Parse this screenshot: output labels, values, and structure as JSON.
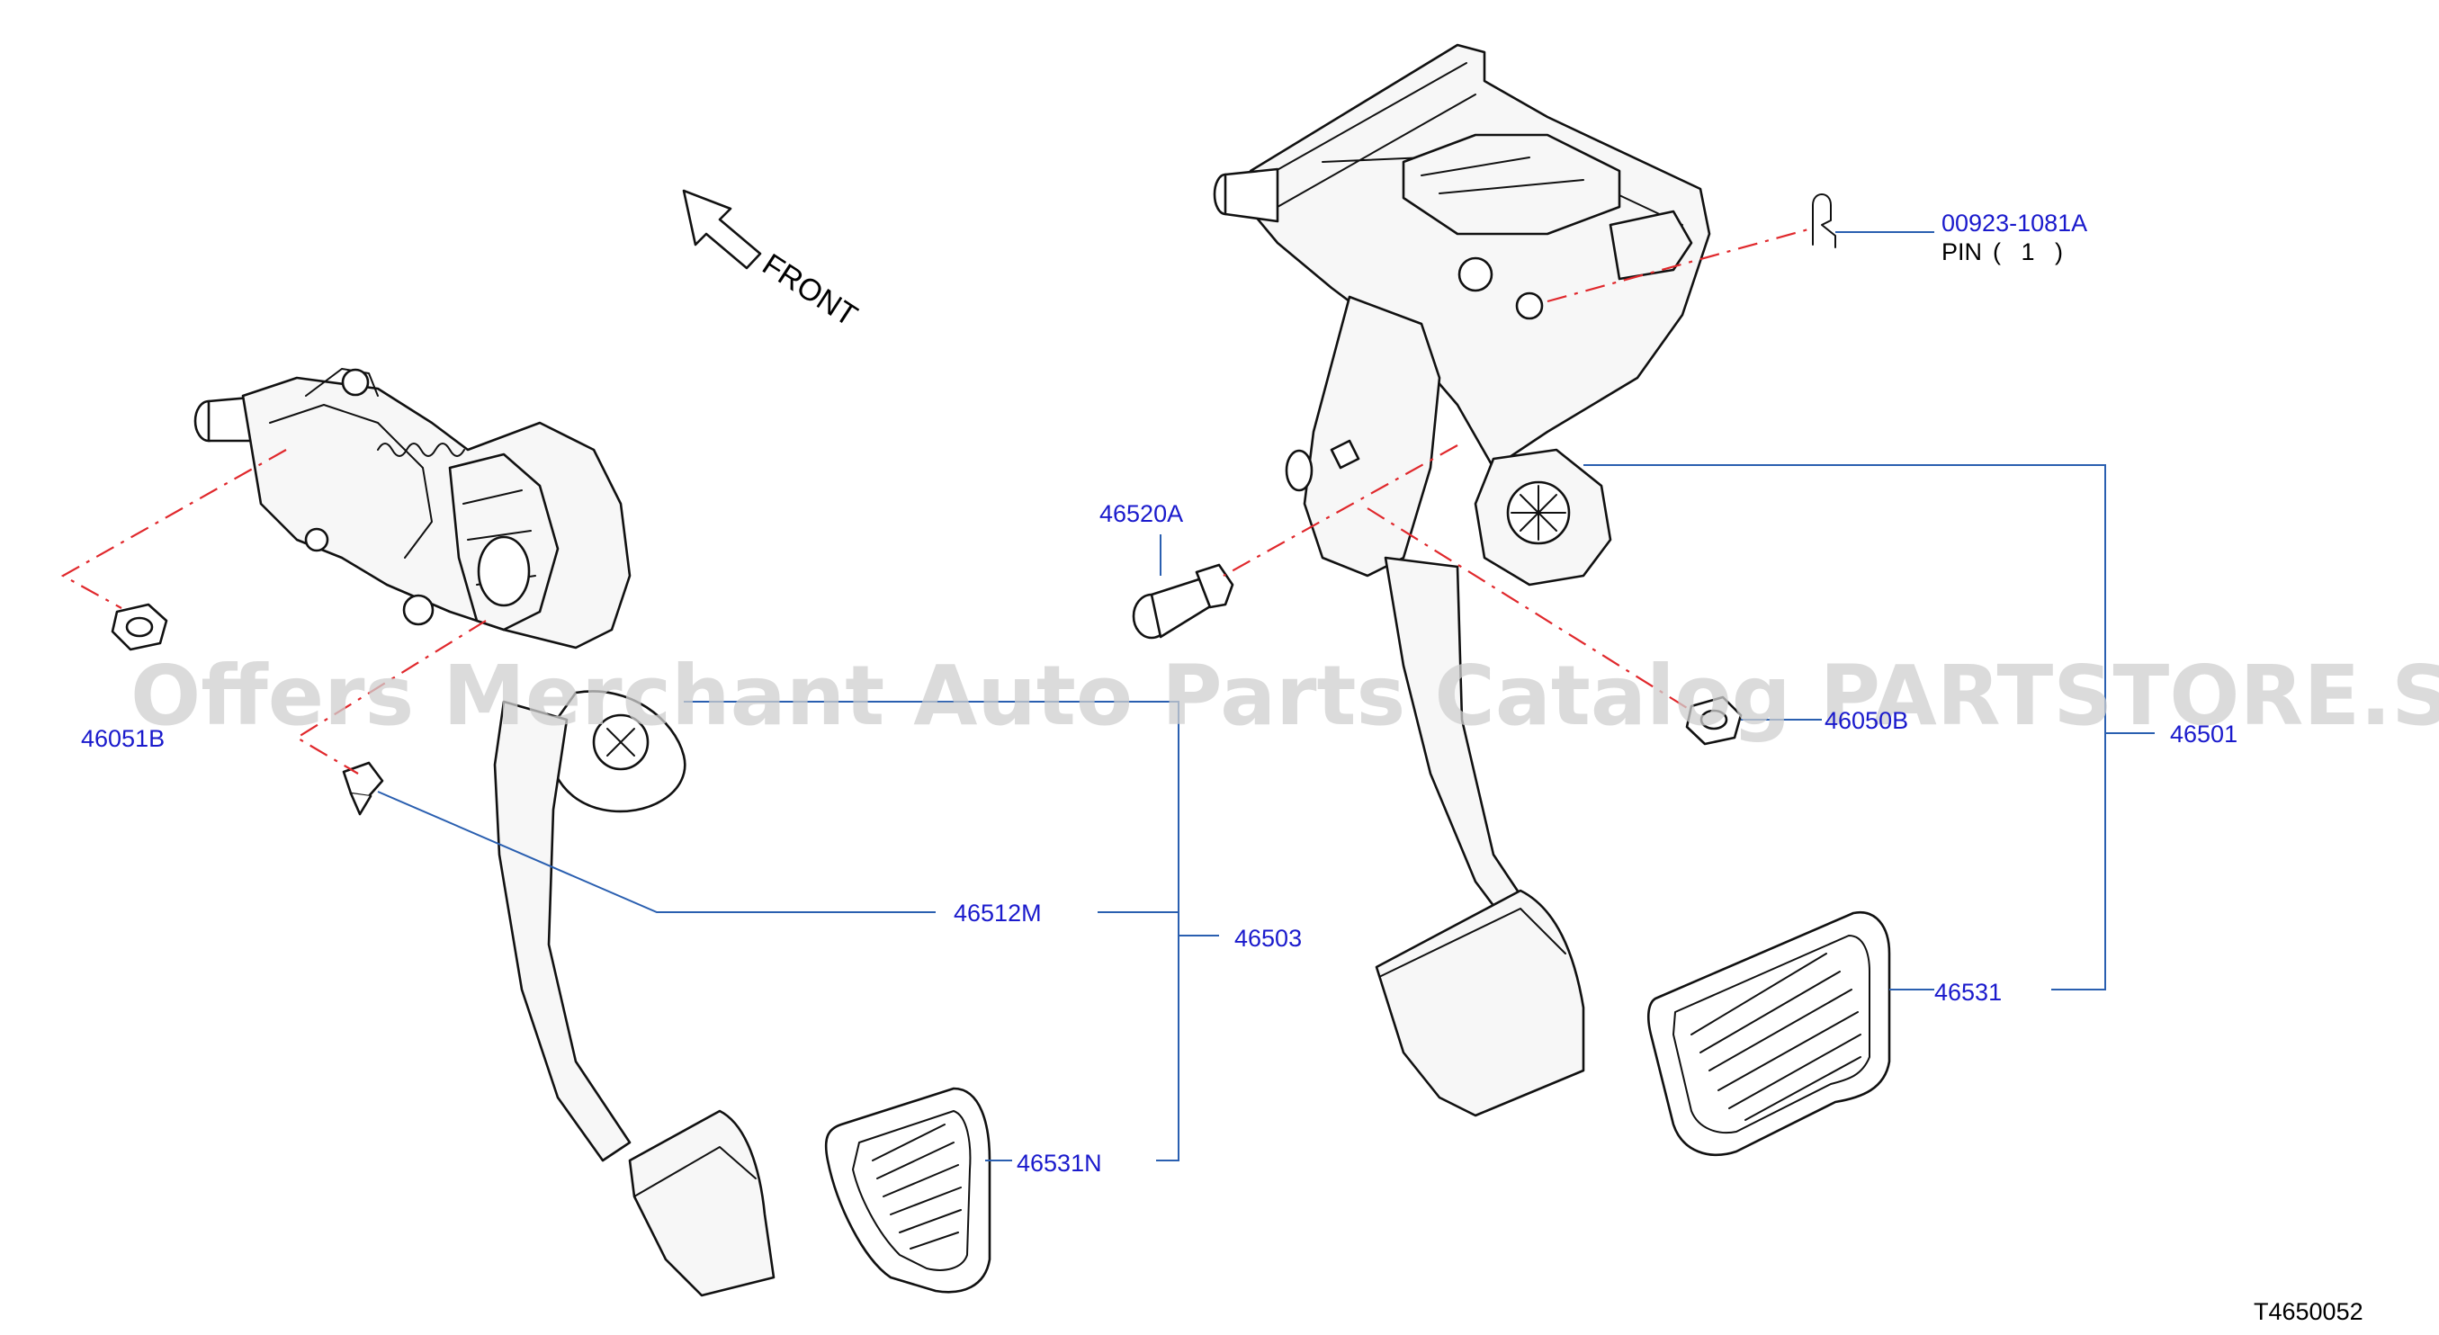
{
  "watermark": "Offers Merchant Auto Parts Catalog PARTSTORE.SA",
  "direction_label": "FRONT",
  "diagram_code": "T4650052",
  "parts": {
    "p00923": "00923-1081A",
    "pin_word": "PIN",
    "pin_qty": "(   1   )",
    "p46520A": "46520A",
    "p46051B": "46051B",
    "p46050B": "46050B",
    "p46501": "46501",
    "p46512M": "46512M",
    "p46503": "46503",
    "p46531": "46531",
    "p46531N": "46531N"
  },
  "colors": {
    "label": "#1a1acc",
    "leader": "#2a5fb0",
    "centerline": "#e0282c",
    "watermark": "#cfcfcf"
  },
  "icons": [
    "front-arrow-icon",
    "pin-clip-icon"
  ]
}
